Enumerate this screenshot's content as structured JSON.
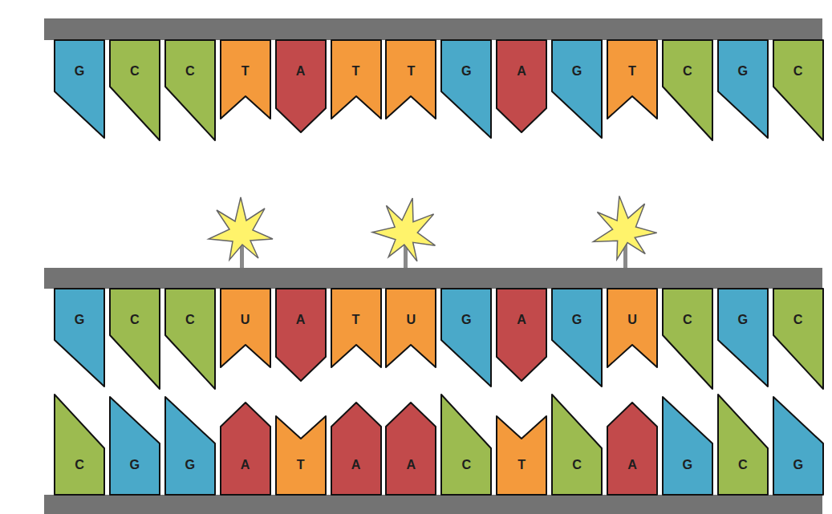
{
  "diagram": {
    "nodes": [
      {
        "text": [
          "G"
        ]
      },
      {
        "text": [
          "C"
        ]
      },
      {
        "text": [
          "C"
        ]
      },
      {
        "text": [
          "T"
        ]
      },
      {
        "text": [
          "A"
        ]
      },
      {
        "text": [
          "T"
        ]
      },
      {
        "text": [
          "T"
        ]
      },
      {
        "text": [
          "G"
        ]
      },
      {
        "text": [
          "A"
        ]
      },
      {
        "text": [
          "G"
        ]
      },
      {
        "text": [
          "T"
        ]
      },
      {
        "text": [
          "C"
        ]
      },
      {
        "text": [
          "G"
        ]
      },
      {
        "text": [
          "C"
        ]
      },
      {
        "text": [
          "G"
        ]
      },
      {
        "text": [
          "C"
        ]
      },
      {
        "text": [
          "C"
        ]
      },
      {
        "text": [
          "U"
        ]
      },
      {
        "text": [
          "A"
        ]
      },
      {
        "text": [
          "T"
        ]
      },
      {
        "text": [
          "U"
        ]
      },
      {
        "text": [
          "G"
        ]
      },
      {
        "text": [
          "A"
        ]
      },
      {
        "text": [
          "G"
        ]
      },
      {
        "text": [
          "U"
        ]
      },
      {
        "text": [
          "C"
        ]
      },
      {
        "text": [
          "G"
        ]
      },
      {
        "text": [
          "C"
        ]
      },
      {
        "text": [
          "C"
        ]
      },
      {
        "text": [
          "G"
        ]
      },
      {
        "text": [
          "G"
        ]
      },
      {
        "text": [
          "A"
        ]
      },
      {
        "text": [
          "T"
        ]
      },
      {
        "text": [
          "A"
        ]
      },
      {
        "text": [
          "A"
        ]
      },
      {
        "text": [
          "C"
        ]
      },
      {
        "text": [
          "T"
        ]
      },
      {
        "text": [
          "C"
        ]
      },
      {
        "text": [
          "A"
        ]
      },
      {
        "text": [
          "G"
        ]
      },
      {
        "text": [
          "C"
        ]
      },
      {
        "text": [
          "G"
        ]
      }
    ]
  }
}
